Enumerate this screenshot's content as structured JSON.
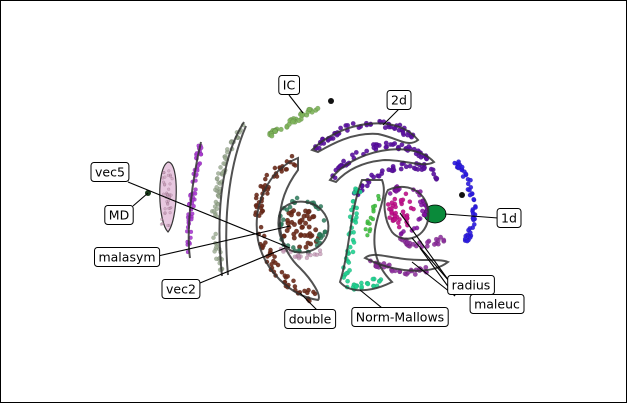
{
  "labels": {
    "ic": "IC",
    "d2": "2d",
    "vec5": "vec5",
    "md": "MD",
    "malasym": "malasym",
    "vec2": "vec2",
    "d1": "1d",
    "radius": "radius",
    "maleuc": "maleuc",
    "double": "double",
    "norm_mallows": "Norm-Mallows"
  },
  "colors": {
    "ic": "#7db35a",
    "d2": "#5a10a0",
    "vec5": "#a83ad0",
    "md": "#1a3a1a",
    "malasym": "#e8c8e0",
    "vec2": "#9aaa90",
    "d1": "#0a8a3a",
    "blue_arc": "#2a1ae0",
    "radius": "#8010a0",
    "maleuc": "#8a2a9a",
    "double": "#6a2a1a",
    "norm_mallows": "#20d090",
    "magenta": "#c0108a",
    "green_inner": "#40c040",
    "teal": "#2a7a5a"
  }
}
